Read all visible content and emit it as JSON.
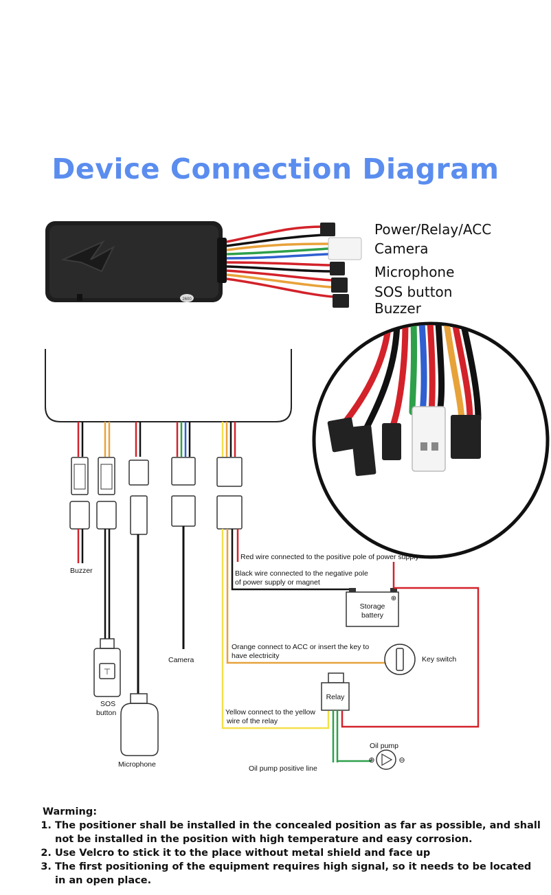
{
  "title": "Device Connection Diagram",
  "connectors": [
    "Power/Relay/ACC",
    "Camera",
    "Microphone",
    "SOS button",
    "Buzzer"
  ],
  "device_marking": "2600",
  "labels": {
    "buzzer": "Buzzer",
    "sos": [
      "SOS",
      "button"
    ],
    "camera": "Camera",
    "microphone": "Microphone",
    "red_wire": "Red wire connected to the positive pole of power supply",
    "black_wire": [
      "Black wire connected to the negative pole",
      "of power supply or magnet"
    ],
    "battery": [
      "Storage",
      "battery"
    ],
    "orange_wire": [
      "Orange connect to ACC or insert the key to",
      "have electricity"
    ],
    "key_switch": "Key switch",
    "relay": "Relay",
    "yellow_wire": [
      "Yellow connect to the yellow",
      "wire of the relay"
    ],
    "oil_pump": "Oil pump",
    "oil_pump_line": "Oil pump positive line"
  },
  "colors": {
    "title": "#5b8def",
    "red": "#d3222a",
    "black": "#111111",
    "orange": "#e8a23a",
    "yellow": "#f2e04a",
    "green": "#2ea04a",
    "blue": "#2f5fd0",
    "white": "#ffffff",
    "device": "#1e1e1e"
  },
  "warning": {
    "heading": "Warming:",
    "items": [
      "The positioner shall be installed in the concealed position as far as possible, and shall not be installed in the position with high temperature and easy corrosion.",
      "Use Velcro to stick it to the place without metal shield and face up",
      "The first positioning of the equipment requires high signal, so it needs to be located in an open place."
    ]
  }
}
